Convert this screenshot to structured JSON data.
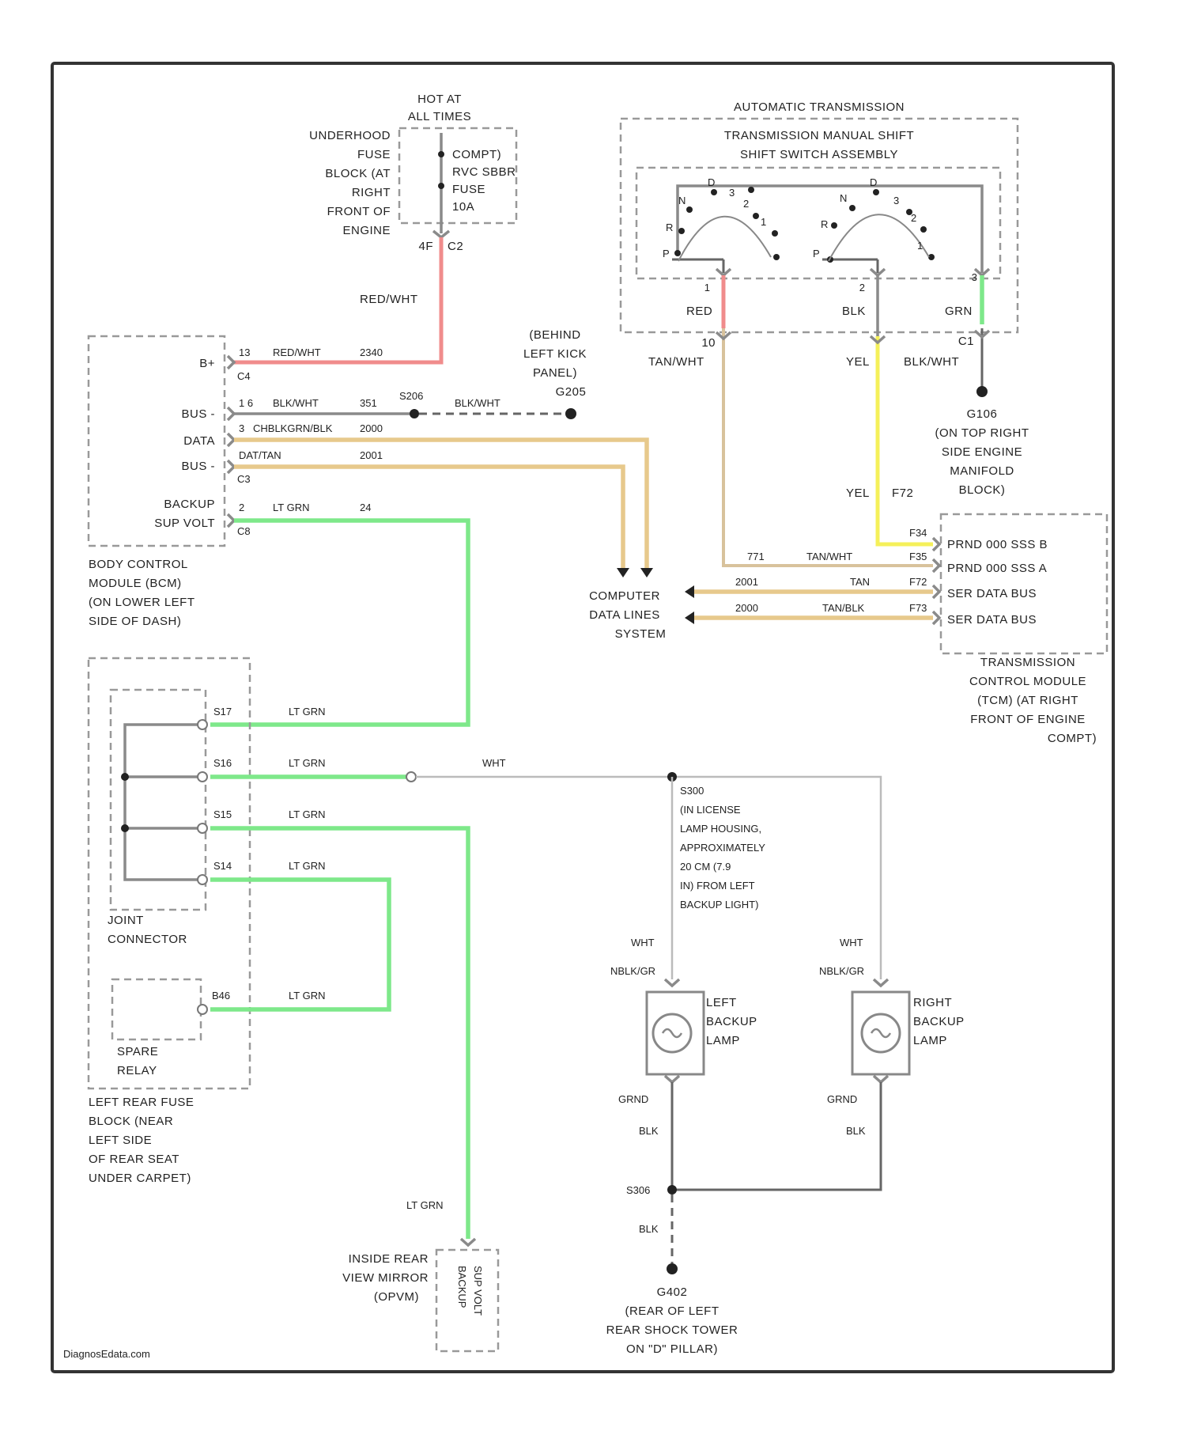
{
  "fuse": {
    "hot_line1": "HOT AT",
    "hot_line2": "ALL TIMES",
    "block": [
      "UNDERHOOD",
      "FUSE",
      "BLOCK (AT",
      "RIGHT",
      "FRONT OF",
      "ENGINE"
    ],
    "fuse_name": [
      "COMPT)",
      "RVC SBBR",
      "FUSE",
      "10A"
    ],
    "pin": "4F",
    "conn": "C2"
  },
  "trans_switch": {
    "title": [
      "AUTOMATIC TRANSMISSION",
      "TRANSMISSION MANUAL SHIFT",
      "SHIFT SWITCH ASSEMBLY"
    ],
    "pins": [
      "1",
      "2",
      "3"
    ],
    "wire_colors": [
      "RED",
      "BLK",
      "GRN"
    ],
    "left_letters": [
      "P",
      "R",
      "N",
      "D",
      "3",
      "2",
      "1"
    ],
    "right_letters": [
      "P",
      "R",
      "N",
      "D",
      "3",
      "2",
      "1"
    ]
  },
  "wires": {
    "redwht_vertical": "RED/WHT",
    "tan_wht": "TAN/WHT",
    "yel": "YEL",
    "blk_wht": "BLK/WHT",
    "yel_f72": "YEL",
    "f72": "F72",
    "pin_c1": "C1"
  },
  "ground_g106": [
    "G106",
    "(ON TOP RIGHT",
    "SIDE ENGINE",
    "MANIFOLD",
    "BLOCK)"
  ],
  "bcm": {
    "pins": [
      "B+",
      "BUS -",
      "DATA",
      "BUS -",
      "BACKUP",
      "SUP VOLT"
    ],
    "rows": [
      {
        "pin": "13",
        "color": "RED/WHT",
        "circuit": "2340",
        "conn": "C4"
      },
      {
        "pin": "1 6",
        "color": "BLK/WHT",
        "circuit": "351"
      },
      {
        "pin": "3",
        "color": "CHBLKGRN/BLK",
        "circuit": "2000"
      },
      {
        "pin": "",
        "color": "DAT/TAN",
        "circuit": "2001",
        "conn": "C3"
      },
      {
        "pin": "2",
        "color": "LT GRN",
        "circuit": "24",
        "conn": "C8"
      }
    ],
    "s206": "S206",
    "blk_wht_dash": "BLK/WHT",
    "title": [
      "BODY CONTROL",
      "MODULE (BCM)",
      "(ON LOWER LEFT",
      "SIDE OF DASH)"
    ]
  },
  "g205": [
    "(BEHIND",
    "LEFT KICK",
    "PANEL)",
    "G205"
  ],
  "computer_data": [
    "COMPUTER",
    "DATA LINES",
    "SYSTEM"
  ],
  "tcm": {
    "rows": [
      {
        "pin": "F34",
        "label": "PRND 000 SSS B",
        "color": "",
        "circuit": ""
      },
      {
        "pin": "F35",
        "label": "PRND 000 SSS A",
        "color": "TAN/WHT",
        "circuit": "771"
      },
      {
        "pin": "F72",
        "label": "SER DATA BUS",
        "color": "TAN",
        "circuit": "2001"
      },
      {
        "pin": "F73",
        "label": "SER DATA BUS",
        "color": "TAN/BLK",
        "circuit": "2000"
      }
    ],
    "title": [
      "TRANSMISSION",
      "CONTROL MODULE",
      "(TCM) (AT RIGHT",
      "FRONT OF ENGINE",
      "COMPT)"
    ]
  },
  "joint": {
    "pins": [
      "S17",
      "S16",
      "S15",
      "S14"
    ],
    "color": "LT GRN",
    "label": [
      "JOINT",
      "CONNECTOR"
    ]
  },
  "spare_relay": {
    "pin": "B46",
    "color": "LT GRN",
    "label": [
      "SPARE",
      "RELAY"
    ]
  },
  "left_rear_fuse": [
    "LEFT REAR FUSE",
    "BLOCK (NEAR",
    "LEFT SIDE",
    "OF REAR SEAT",
    "UNDER CARPET)"
  ],
  "wht_label": "WHT",
  "s300": [
    "S300",
    "(IN LICENSE",
    "LAMP HOUSING,",
    "APPROXIMATELY",
    "20 CM (7.9",
    "IN) FROM LEFT",
    "BACKUP LIGHT)"
  ],
  "left_lamp": {
    "wire_top": "WHT",
    "conn_top": "NBLK/GR",
    "label": [
      "LEFT",
      "BACKUP",
      "LAMP"
    ],
    "wire_bot": "GRND",
    "wire_blk": "BLK"
  },
  "right_lamp": {
    "wire_top": "WHT",
    "conn_top": "NBLK/GR",
    "label": [
      "RIGHT",
      "BACKUP",
      "LAMP"
    ],
    "wire_bot": "GRND",
    "wire_blk": "BLK"
  },
  "ground_junction": {
    "label": "S306",
    "blk": "BLK"
  },
  "ground_g402": [
    "G402",
    "(REAR OF LEFT",
    "REAR SHOCK TOWER",
    "ON \"D\" PILLAR)"
  ],
  "mirror": {
    "wire": "LT GRN",
    "label": [
      "INSIDE REAR",
      "VIEW MIRROR",
      "(OPVM)"
    ],
    "pin_labels": [
      "BACKUP",
      "SUP VOLT"
    ]
  },
  "watermark": "DiagnosEdata.com"
}
